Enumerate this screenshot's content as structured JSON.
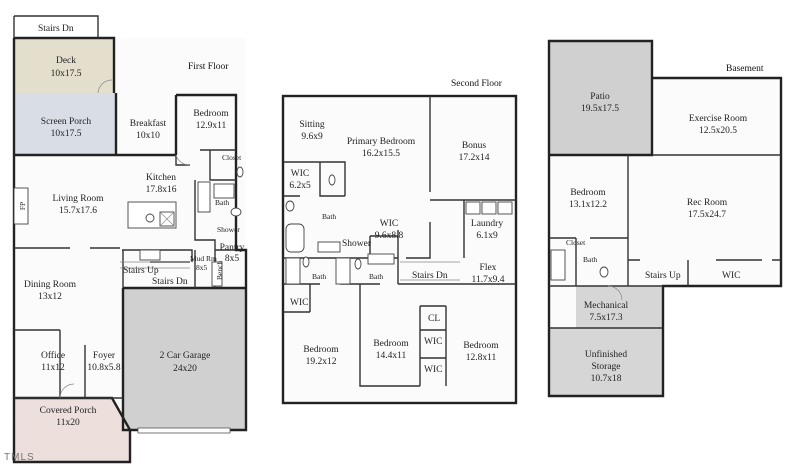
{
  "floors": {
    "first": {
      "title": "First Floor",
      "rooms": {
        "stairs_dn_top": "Stairs Dn",
        "deck_name": "Deck",
        "deck_size": "10x17.5",
        "screen_porch_name": "Screen Porch",
        "screen_porch_size": "10x17.5",
        "breakfast_name": "Breakfast",
        "breakfast_size": "10x10",
        "bedroom_name": "Bedroom",
        "bedroom_size": "12.9x11",
        "closet": "Closet",
        "kitchen_name": "Kitchen",
        "kitchen_size": "17.8x16",
        "fp": "FP",
        "living_name": "Living Room",
        "living_size": "15.7x17.6",
        "bath": "Bath",
        "shower": "Shower",
        "pantry_name": "Pantry",
        "pantry_size": "8x5",
        "mud_rm_name": "Mud Rm",
        "mud_rm_size": "8x5",
        "bench": "Bench",
        "stairs_up": "Stairs Up",
        "stairs_dn": "Stairs Dn",
        "dining_name": "Dining Room",
        "dining_size": "13x12",
        "garage_name": "2 Car Garage",
        "garage_size": "24x20",
        "office_name": "Office",
        "office_size": "11x12",
        "foyer_name": "Foyer",
        "foyer_size": "10.8x5.8",
        "covered_porch_name": "Covered Porch",
        "covered_porch_size": "11x20"
      }
    },
    "second": {
      "title": "Second Floor",
      "rooms": {
        "sitting_name": "Sitting",
        "sitting_size": "9.6x9",
        "primary_name": "Primary Bedroom",
        "primary_size": "16.2x15.5",
        "bonus_name": "Bonus",
        "bonus_size": "17.2x14",
        "wic1_name": "WIC",
        "wic1_size": "6.2x5",
        "bath_primary": "Bath",
        "wic2_name": "WIC",
        "wic2_size": "9.6x8.8",
        "shower": "Shower",
        "laundry_name": "Laundry",
        "laundry_size": "6.1x9",
        "bath_left": "Bath",
        "bath_mid": "Bath",
        "stairs_dn": "Stairs Dn",
        "flex_name": "Flex",
        "flex_size": "11.7x9.4",
        "wic3": "WIC",
        "cl": "CL",
        "wic4": "WIC",
        "wic5": "WIC",
        "bedroom1_name": "Bedroom",
        "bedroom1_size": "19.2x12",
        "bedroom2_name": "Bedroom",
        "bedroom2_size": "14.4x11",
        "bedroom3_name": "Bedroom",
        "bedroom3_size": "12.8x11"
      }
    },
    "basement": {
      "title": "Basement",
      "rooms": {
        "patio_name": "Patio",
        "patio_size": "19.5x17.5",
        "exercise_name": "Exercise Room",
        "exercise_size": "12.5x20.5",
        "bedroom_name": "Bedroom",
        "bedroom_size": "13.1x12.2",
        "rec_name": "Rec Room",
        "rec_size": "17.5x24.7",
        "closet": "Closet",
        "bath": "Bath",
        "stairs_up": "Stairs Up",
        "wic": "WIC",
        "mechanical_name": "Mechanical",
        "mechanical_size": "7.5x17.3",
        "unfinished_name": "Unfinished",
        "unfinished_size": "Storage",
        "unfinished_size2": "10.7x18"
      }
    }
  },
  "watermark": "TMLS",
  "colors": {
    "deck": "#e3dfcc",
    "screen_porch": "#d9dee6",
    "covered_porch": "#ecdfdc",
    "garage": "#d0d0d0",
    "patio": "#d0d0d0",
    "mechanical": "#d6d6d6",
    "floor": "#fbfbfb"
  }
}
